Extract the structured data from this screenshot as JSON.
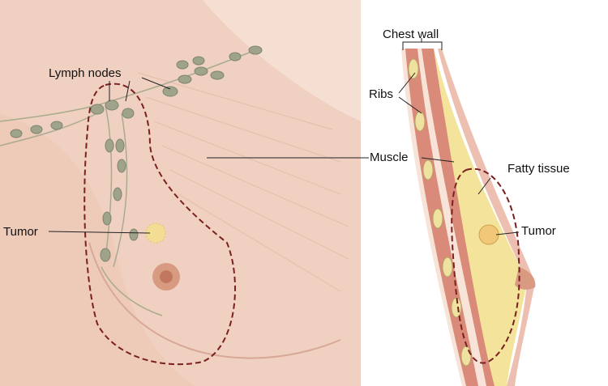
{
  "labels": {
    "chest_wall": "Chest wall",
    "lymph_nodes": "Lymph nodes",
    "ribs": "Ribs",
    "muscle": "Muscle",
    "fatty_tissue": "Fatty tissue",
    "tumor_front": "Tumor",
    "tumor_side": "Tumor"
  },
  "colors": {
    "skin": "#f2d6c8",
    "outline_dashed": "#7a2020",
    "lymph": "#9ea38a",
    "fat": "#f4e39a",
    "muscle": "#d98a78"
  }
}
